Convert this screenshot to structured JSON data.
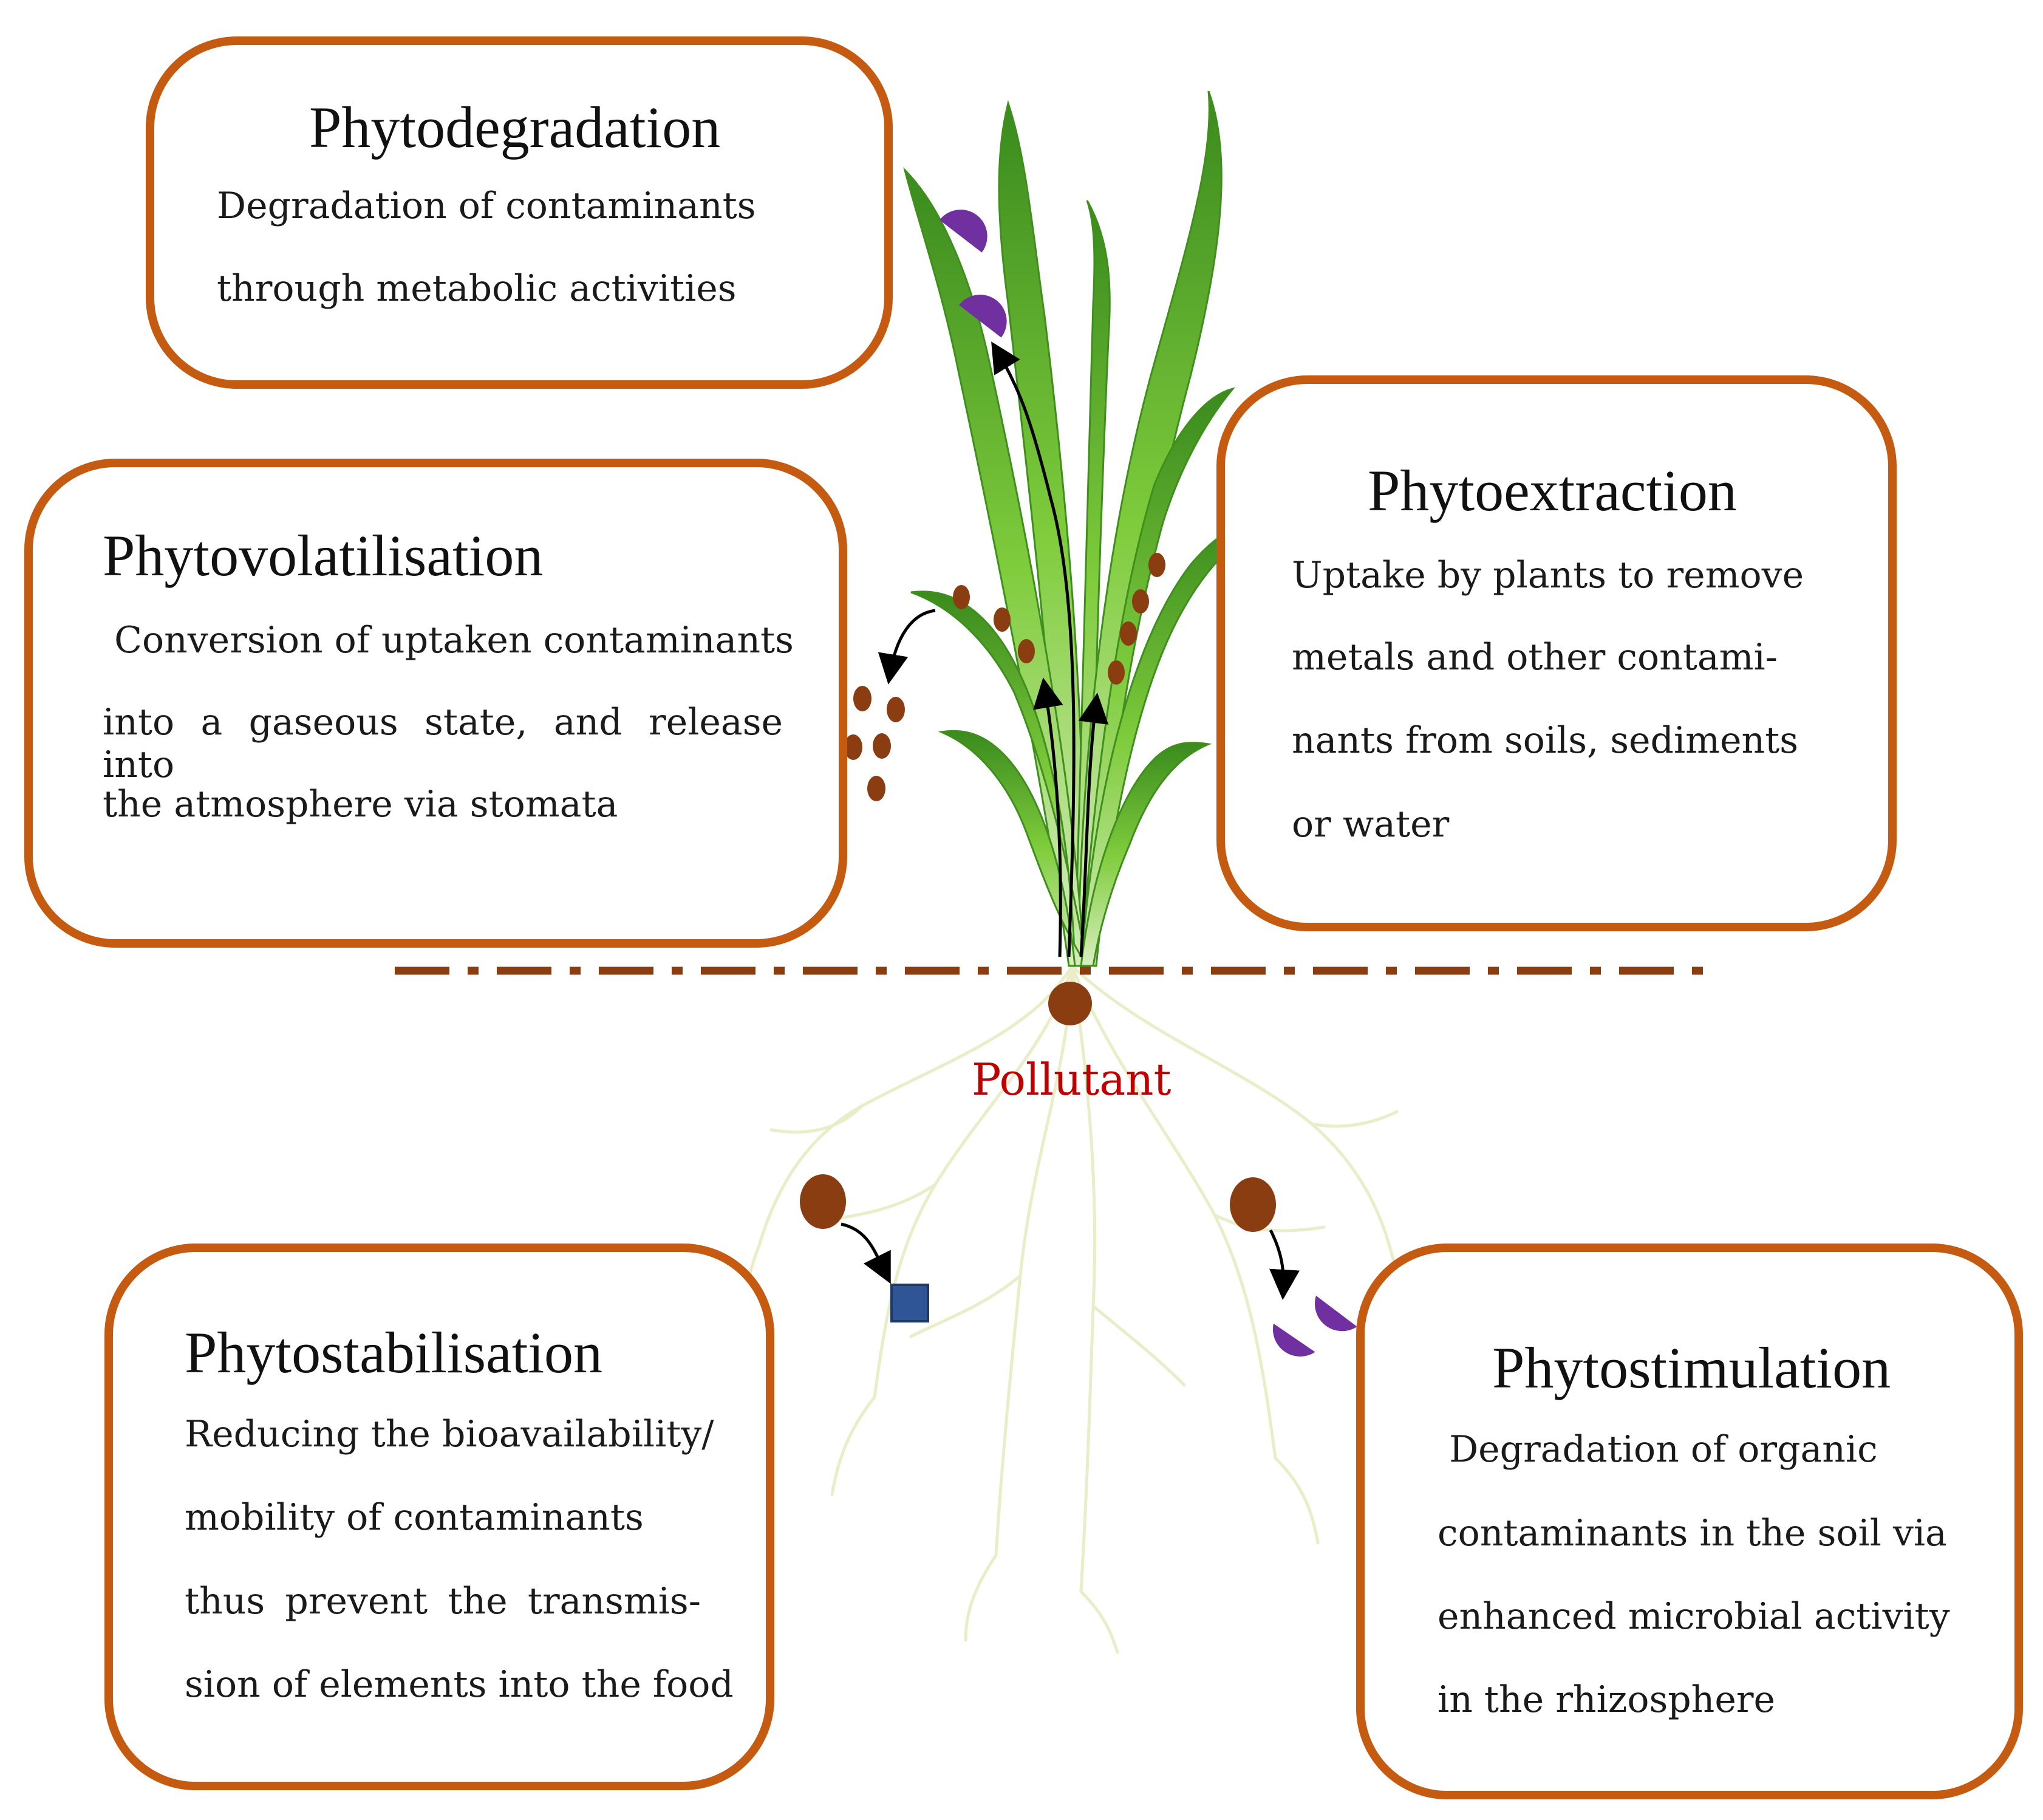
{
  "pollutant_label": "Pollutant",
  "colors": {
    "box_border": "#c55a11",
    "pollutant": "#8b3d12",
    "metabolite": "#7030a0",
    "stabilised": "#2f5597",
    "leaf": "#6fbf3a",
    "soil_line": "#8b3d12",
    "pollutant_text": "#c00000"
  },
  "boxes": {
    "phytodegradation": {
      "title": "Phytodegradation",
      "lines": [
        "Degradation of contaminants",
        "through metabolic activities"
      ]
    },
    "phytovolatilisation": {
      "title": "Phytovolatilisation",
      "lines": [
        " Conversion of uptaken contaminants",
        "into a gaseous state, and release into",
        "the atmosphere via stomata"
      ]
    },
    "phytoextraction": {
      "title": "Phytoextraction",
      "lines": [
        "Uptake by plants to remove",
        "metals and other contami-",
        "nants from soils, sediments",
        "or water"
      ]
    },
    "phytostabilisation": {
      "title": "Phytostabilisation",
      "lines": [
        "Reducing the bioavailability/",
        "mobility of contaminants",
        "thus prevent the transmis-",
        "sion of elements into the food"
      ]
    },
    "phytostimulation": {
      "title": "Phytostimulation",
      "lines": [
        " Degradation of organic",
        "contaminants in the soil via",
        "enhanced microbial activity",
        "in the rhizosphere"
      ]
    }
  }
}
